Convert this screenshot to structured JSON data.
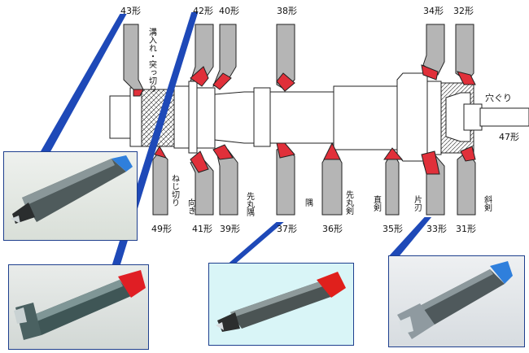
{
  "labels_top": {
    "t43": "43形",
    "t42": "42形",
    "t40": "40形",
    "t38": "38形",
    "t34": "34形",
    "t32": "32形"
  },
  "labels_bottom": {
    "b49": "49形",
    "b41": "41形",
    "b39": "39形",
    "b37": "37形",
    "b36": "36形",
    "b35": "35形",
    "b33": "33形",
    "b31": "31形"
  },
  "label_47": "47形",
  "tool_names": {
    "mizo": "溝入れ・突っ切り",
    "neji": "ねじ切り",
    "muki": "向き",
    "sakimaru_sumi": "先丸隅",
    "sumi": "隅",
    "sakimaru_ken": "先丸剣",
    "choku_ken": "直剣",
    "kataba": "片刃",
    "shaken": "斜剣",
    "anaguri": "穴ぐり"
  },
  "colors": {
    "tool_body": "#b5b5b5",
    "tool_tip": "#e0303a",
    "workpiece_fill": "#ffffff",
    "outline": "#222222",
    "callout": "#1e49b8",
    "photo_border": "#1e3f8e",
    "photo_cyan_bg": "#d9f5f7"
  },
  "photos": [
    {
      "id": "photo-43",
      "accent": "blue-end"
    },
    {
      "id": "photo-49",
      "accent": "red-end"
    },
    {
      "id": "photo-37",
      "accent": "red-end"
    },
    {
      "id": "photo-33",
      "accent": "blue-end"
    }
  ]
}
